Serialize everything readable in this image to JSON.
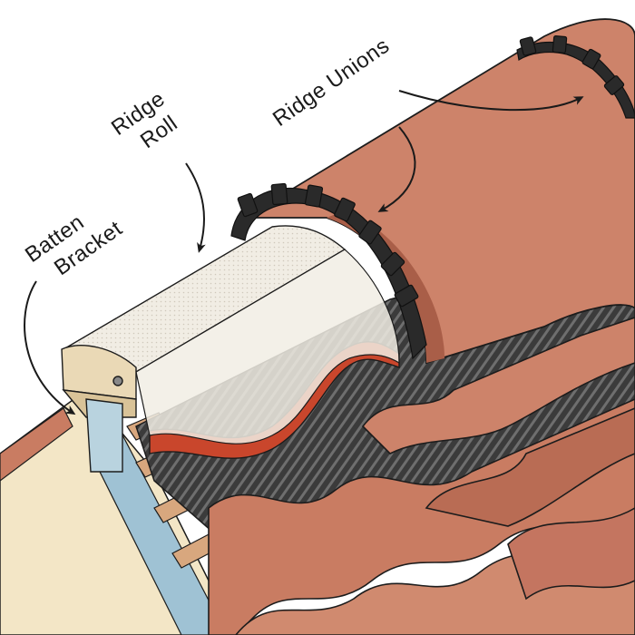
{
  "labels": {
    "ridge_roll_line1": "Ridge",
    "ridge_roll_line2": "Roll",
    "ridge_unions": "Ridge Unions",
    "batten_bracket_line1": "Batten",
    "batten_bracket_line2": "Bracket"
  },
  "colors": {
    "background": "#ffffff",
    "tile": "#c97c62",
    "tile_dark": "#a95e48",
    "tile_light": "#d99478",
    "ridge_tile": "#cd836a",
    "membrane_dark": "#3b3b3b",
    "membrane_stripe": "#6e6e6e",
    "red_flashing": "#c9462c",
    "ridge_roll_mesh": "#f1ede4",
    "union_black": "#2a2a2a",
    "bracket_wood": "#ead9b6",
    "bracket_metal": "#b9d3df",
    "roof_deck": "#f3e6c6",
    "batten": "#d8a77e",
    "outline": "#1c1c1c"
  },
  "icons": [
    "arrow-icon"
  ]
}
